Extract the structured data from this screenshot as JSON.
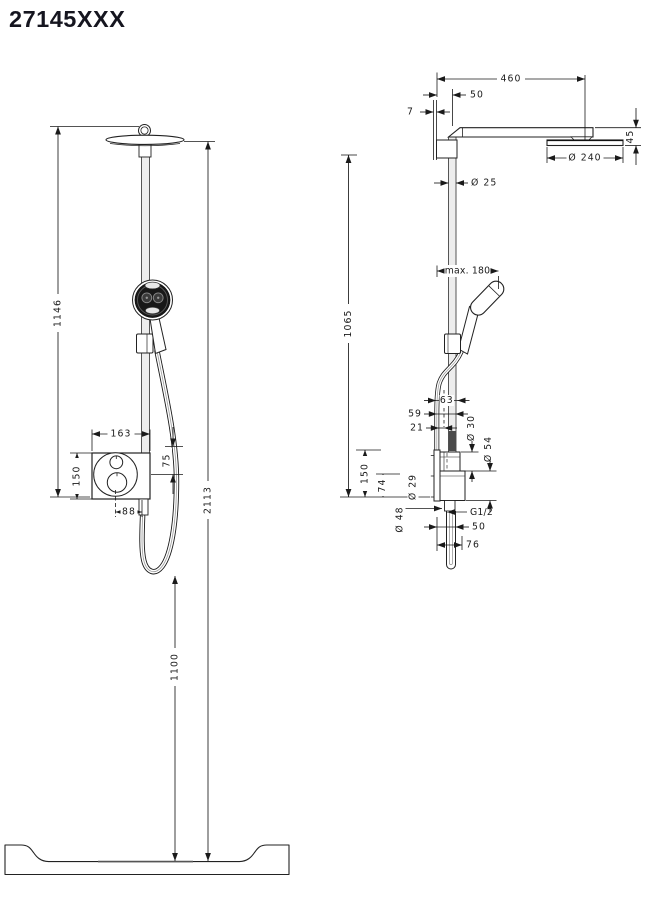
{
  "title": "27145XXX",
  "colors": {
    "ink": "#1a1a1a",
    "background": "#ffffff"
  },
  "front_view": {
    "dims": {
      "height_to_overhead": "1146",
      "total_height": "2113",
      "hose_clearance": "1100",
      "plate_width": "163",
      "plate_height": "150",
      "outlet_offset": "75",
      "outlet_spacing": "88"
    }
  },
  "side_view": {
    "dims": {
      "arm_reach": "460",
      "arm_inset": "50",
      "wall_gap": "7",
      "head_diameter": "Ø 240",
      "head_drop": "45",
      "pipe_diameter": "Ø 25",
      "handshower_reach": "max. 180",
      "pipe_height": "1065",
      "offset_63": "63",
      "offset_59": "59",
      "offset_21": "21",
      "knob_upper_diameter": "Ø 30",
      "knob_lower_diameter": "Ø 54",
      "valve_height": "150",
      "outlet_height": "74",
      "hose_diameter": "Ø 29",
      "escutcheon_diameter": "Ø 48",
      "connection_thread": "G1/2",
      "offset_50": "50",
      "offset_76": "76"
    }
  }
}
